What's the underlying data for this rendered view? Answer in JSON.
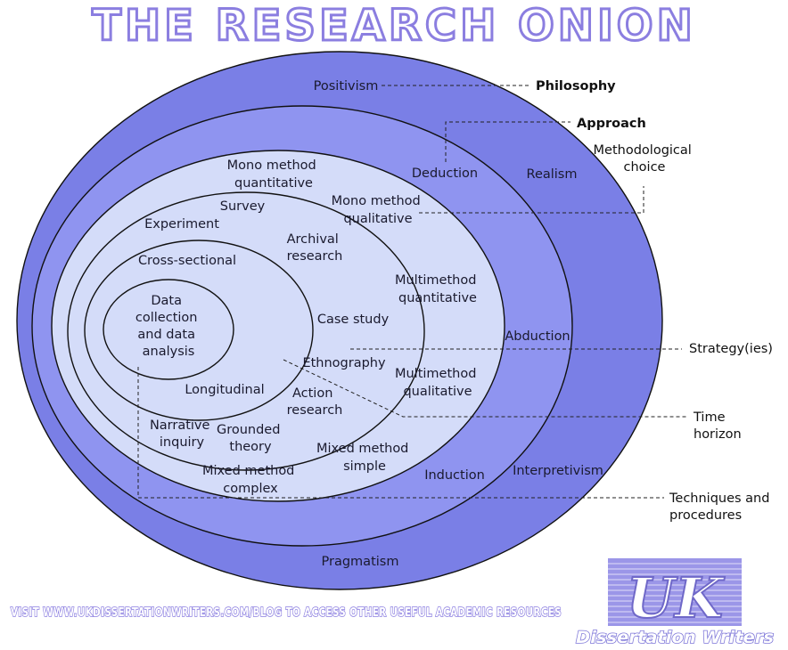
{
  "title": "THE RESEARCH ONION",
  "layers": {
    "philosophy": [
      "Positivism",
      "Realism",
      "Interpretivism",
      "Pragmatism"
    ],
    "approach": [
      "Deduction",
      "Abduction",
      "Induction"
    ],
    "methodological_choice": [
      [
        "Mono method",
        "quantitative"
      ],
      [
        "Mono method",
        "qualitative"
      ],
      [
        "Multimethod",
        "quantitative"
      ],
      [
        "Multimethod",
        "qualitative"
      ],
      [
        "Mixed method",
        "simple"
      ],
      [
        "Mixed method",
        "complex"
      ]
    ],
    "strategies": [
      "Survey",
      "Experiment",
      [
        "Archival",
        "research"
      ],
      "Case study",
      "Ethnography",
      [
        "Action",
        "research"
      ],
      [
        "Grounded",
        "theory"
      ],
      [
        "Narrative",
        "inquiry"
      ]
    ],
    "time_horizon": [
      "Cross-sectional",
      "Longitudinal"
    ],
    "core": [
      "Data",
      "collection",
      "and data",
      "analysis"
    ]
  },
  "keys": {
    "philosophy": "Philosophy",
    "approach": "Approach",
    "methodological_choice": [
      "Methodological",
      "choice"
    ],
    "strategies": "Strategy(ies)",
    "time_horizon": [
      "Time",
      "horizon"
    ],
    "techniques": [
      "Techniques and",
      "procedures"
    ]
  },
  "footer": "VISIT WWW.UKDISSERTATIONWRITERS.COM/BLOG TO ACCESS OTHER USEFUL ACADEMIC RESOURCES",
  "logo": {
    "monogram": "UK",
    "text": "Dissertation Writers"
  },
  "colors": {
    "outer_ring": "#7a7fe6",
    "middle_ring": "#8f94f0",
    "inner_ring": "#d4dcf9",
    "outline": "#111111",
    "title_stroke": "#8b7ee0"
  }
}
